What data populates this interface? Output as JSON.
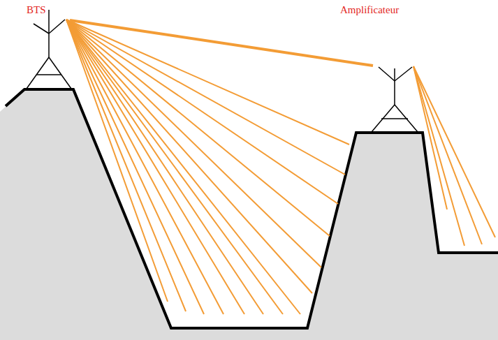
{
  "diagram": {
    "nodes": [
      {
        "text": [
          "BTS"
        ]
      },
      {
        "text": [
          "Amplificateur"
        ]
      }
    ],
    "edges": [
      {
        "from": 0,
        "to": 1,
        "arrow": "none"
      }
    ]
  }
}
